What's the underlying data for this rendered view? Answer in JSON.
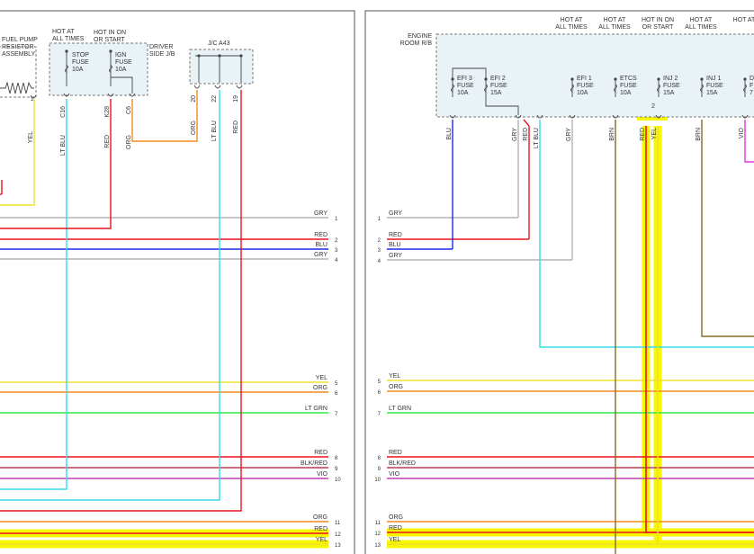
{
  "colors": {
    "RED": "#e8141e",
    "BLU": "#1a2be8",
    "GRY": "#b4b4b4",
    "YEL": "#f0e12a",
    "ORG": "#f08a1e",
    "LTGRN": "#2ce84a",
    "LTBLU": "#35dce6",
    "BLKRED": "#c03a55",
    "VIO": "#c43ab4",
    "BRN": "#8b6a1e",
    "MAG": "#e432e4",
    "HIGHLIGHT": "#f7f700",
    "BOX": "#e9f2f7",
    "BOXBORDER": "#7a7a7a",
    "PANELBORDER": "#555555"
  },
  "left": {
    "hot_at_all_times": [
      "HOT AT",
      "ALL TIMES"
    ],
    "hot_in_on": [
      "HOT IN ON",
      "OR START"
    ],
    "fuel_pump_resistor": [
      "FUEL PUMP",
      "RESISTOR",
      "ASSEMBLY"
    ],
    "stop_fuse": [
      "STOP",
      "FUSE",
      "10A"
    ],
    "ign_fuse": [
      "IGN",
      "FUSE",
      "10A"
    ],
    "driver_side_jb": [
      "DRIVER",
      "SIDE J/B"
    ],
    "jc": "J/C A43",
    "resistor_wire": "YEL",
    "resistor_pin": "1",
    "conn_ltblu_wire": "LT BLU",
    "conn_ltblu_pin": "C16",
    "conn_red_wire": "RED",
    "conn_red_pin": "K28",
    "conn_org_wire": "ORG",
    "conn_org_pin": "C6",
    "jc_pins": [
      {
        "pin": "20",
        "wire": "ORG"
      },
      {
        "pin": "22",
        "wire": "LT BLU"
      },
      {
        "pin": "19",
        "wire": "RED"
      }
    ]
  },
  "right": {
    "engine_room": [
      "ENGINE",
      "ROOM R/B"
    ],
    "headers": [
      [
        "HOT AT",
        "ALL TIMES"
      ],
      [
        "HOT AT",
        "ALL TIMES"
      ],
      [
        "HOT IN ON",
        "OR START"
      ],
      [
        "HOT AT",
        "ALL TIMES"
      ],
      [
        "HOT AT"
      ]
    ],
    "fuses": [
      [
        "EFI 3",
        "FUSE",
        "10A"
      ],
      [
        "EFI 2",
        "FUSE",
        "15A"
      ],
      [
        "EFI 1",
        "FUSE",
        "10A"
      ],
      [
        "ETCS",
        "FUSE",
        "10A"
      ],
      [
        "INJ 2",
        "FUSE",
        "15A"
      ],
      [
        "INJ 1",
        "FUSE",
        "15A"
      ]
    ],
    "edge_fuse_partial": [
      "D",
      "F",
      "7"
    ],
    "wire_drops": [
      "BLU",
      "GRY",
      "RED",
      "LT BLU",
      "GRY",
      "BRN",
      "RED",
      "YEL",
      "BRN",
      "VIO"
    ],
    "highlight_mark": "2"
  },
  "harness": {
    "left_rows": [
      {
        "num": "1",
        "label": "GRY"
      },
      {
        "num": "2",
        "label": "RED"
      },
      {
        "num": "3",
        "label": "BLU"
      },
      {
        "num": "4",
        "label": "GRY"
      },
      {
        "num": "5",
        "label": "YEL"
      },
      {
        "num": "6",
        "label": "ORG"
      },
      {
        "num": "7",
        "label": "LT GRN"
      },
      {
        "num": "8",
        "label": "RED"
      },
      {
        "num": "9",
        "label": "BLK/RED"
      },
      {
        "num": "10",
        "label": "VIO"
      },
      {
        "num": "11",
        "label": "ORG"
      },
      {
        "num": "12",
        "label": "RED"
      },
      {
        "num": "13",
        "label": "YEL"
      }
    ],
    "right_rows": [
      {
        "num": "1",
        "label": "GRY"
      },
      {
        "num": "2",
        "label": "RED"
      },
      {
        "num": "3",
        "label": "BLU"
      },
      {
        "num": "4",
        "label": "GRY"
      },
      {
        "num": "5",
        "label": "YEL"
      },
      {
        "num": "6",
        "label": "ORG"
      },
      {
        "num": "7",
        "label": "LT GRN"
      },
      {
        "num": "8",
        "label": "RED"
      },
      {
        "num": "9",
        "label": "BLK/RED"
      },
      {
        "num": "10",
        "label": "VIO"
      },
      {
        "num": "11",
        "label": "ORG"
      },
      {
        "num": "12",
        "label": "RED"
      },
      {
        "num": "13",
        "label": "YEL"
      }
    ]
  }
}
